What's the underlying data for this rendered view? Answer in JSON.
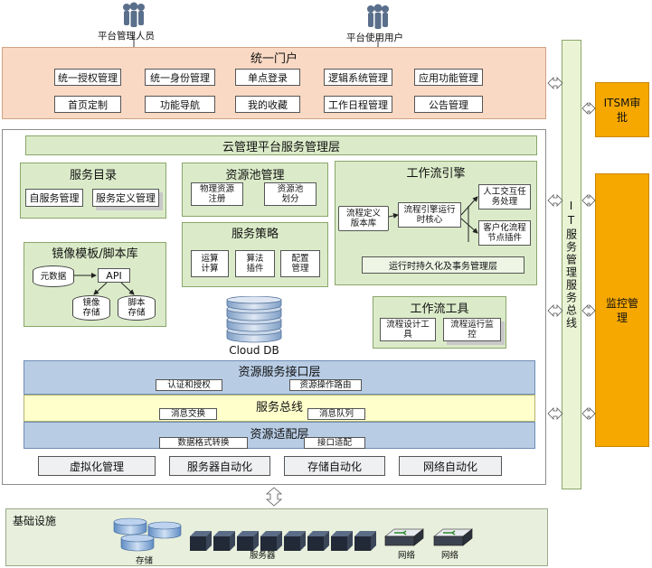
{
  "users": {
    "admin": "平台管理人员",
    "user": "平台使用用户"
  },
  "portal": {
    "title": "统一门户",
    "row1": [
      "统一授权管理",
      "统一身份管理",
      "单点登录",
      "逻辑系统管理",
      "应用功能管理"
    ],
    "row2": [
      "首页定制",
      "功能导航",
      "我的收藏",
      "工作日程管理",
      "公告管理"
    ]
  },
  "cloud_layer": {
    "title": "云管理平台服务管理层"
  },
  "service_catalog": {
    "title": "服务目录",
    "items": [
      "自服务管理",
      "服务定义管理"
    ]
  },
  "resource_pool": {
    "title": "资源池管理",
    "items": [
      "物理资源注册",
      "资源池划分"
    ]
  },
  "workflow_engine": {
    "title": "工作流引擎",
    "items": [
      "流程定义版本库",
      "流程引擎运行时核心",
      "人工交互任务处理",
      "客户化流程节点插件"
    ],
    "bottom": "运行时持久化及事务管理层"
  },
  "image_library": {
    "title": "镜像模板/脚本库",
    "metadata": "元数据",
    "api": "API",
    "image_storage": "镜像存储",
    "script_storage": "脚本存储"
  },
  "service_policy": {
    "title": "服务策略",
    "items": [
      "运算计算",
      "算法插件",
      "配置管理"
    ]
  },
  "cloud_db": "Cloud DB",
  "workflow_tools": {
    "title": "工作流工具",
    "items": [
      "流程设计工具",
      "流程运行监控"
    ]
  },
  "resource_interface": {
    "title": "资源服务接口层",
    "items": [
      "认证和授权",
      "资源操作路由"
    ]
  },
  "service_bus": {
    "title": "服务总线",
    "items": [
      "消息交换",
      "消息队列"
    ]
  },
  "resource_adapter": {
    "title": "资源适配层",
    "items": [
      "数据格式转换",
      "接口适配"
    ]
  },
  "automation": [
    "虚拟化管理",
    "服务器自动化",
    "存储自动化",
    "网络自动化"
  ],
  "it_bus": "IT服务管理服务总线",
  "itsm": "ITSM审批",
  "monitoring": "监控管理",
  "infrastructure": {
    "title": "基础设施",
    "storage": "存储",
    "server": "服务器",
    "network1": "网络",
    "network2": "网络"
  },
  "colors": {
    "portal_bg": "#f9d9c4",
    "panel_green": "#dbebc9",
    "band_blue": "#b8cce4",
    "band_yellow": "#ffffcc",
    "orange": "#f6a800",
    "it_bus_bg": "#eaf4d4",
    "infra_bg": "#e8efdc"
  }
}
